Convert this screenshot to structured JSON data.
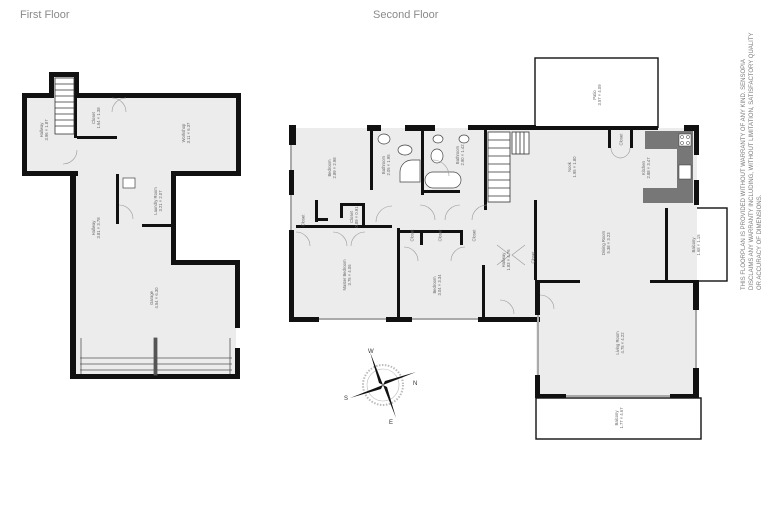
{
  "titles": {
    "first_floor": "First Floor",
    "second_floor": "Second Floor"
  },
  "first_floor": {
    "rooms": [
      {
        "name": "Hallway",
        "dims": "3.96 × 1.87"
      },
      {
        "name": "Closet",
        "dims": "1.64 × 1.38"
      },
      {
        "name": "Workshop",
        "dims": "3.11 × 6.37"
      },
      {
        "name": "Laundry Room",
        "dims": "3.21 × 2.07"
      },
      {
        "name": "Hallway",
        "dims": "3.81 × 3.78"
      },
      {
        "name": "Garage",
        "dims": "4.54 × 6.30"
      }
    ]
  },
  "second_floor": {
    "rooms": [
      {
        "name": "Bedroom",
        "dims": "2.89 × 2.98"
      },
      {
        "name": "Bathroom",
        "dims": "2.05 × 1.95"
      },
      {
        "name": "Bathroom",
        "dims": "2.90 × 1.42"
      },
      {
        "name": "Closet",
        "dims": ""
      },
      {
        "name": "Closet",
        "dims": "0.89 × 0.91"
      },
      {
        "name": "Master Bedroom",
        "dims": "3.75 × 4.06"
      },
      {
        "name": "Bedroom",
        "dims": "3.04 × 3.34"
      },
      {
        "name": "Closet",
        "dims": ""
      },
      {
        "name": "Closet",
        "dims": ""
      },
      {
        "name": "Closet",
        "dims": ""
      },
      {
        "name": "Hallway",
        "dims": "1.83 × 4.76"
      },
      {
        "name": "Closet",
        "dims": ""
      },
      {
        "name": "Patio",
        "dims": "3.57 × 4.09"
      },
      {
        "name": "Nook",
        "dims": "1.95 × 1.80"
      },
      {
        "name": "Closet",
        "dims": ""
      },
      {
        "name": "Kitchen",
        "dims": "2.88 × 3.47"
      },
      {
        "name": "Dining Room",
        "dims": "5.38 × 3.23"
      },
      {
        "name": "Balcony",
        "dims": "1.68 × 1.15"
      },
      {
        "name": "Living Room",
        "dims": "4.75 × 4.22"
      },
      {
        "name": "Balcony",
        "dims": "1.77 × 4.67"
      }
    ]
  },
  "compass": {
    "labels": [
      "N",
      "S",
      "E",
      "W"
    ]
  },
  "disclaimer": "This floorplan is provided without warranty of any kind. Sensopia disclaims any warranty including, without limitation, satisfactory quality or accuracy of dimensions."
}
